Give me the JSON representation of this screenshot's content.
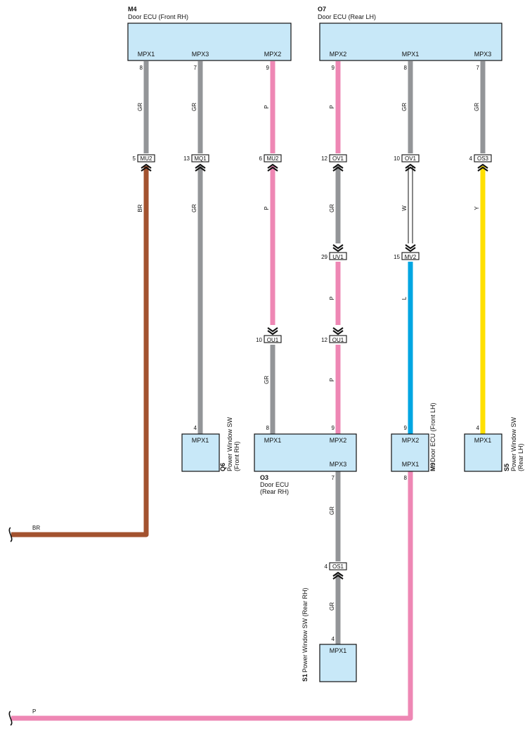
{
  "colors": {
    "GR": "#939598",
    "P": "#ee87b4",
    "BR": "#a3522f",
    "L": "#00a6e2",
    "Y": "#ffe000",
    "W": "#ffffff",
    "ecu_fill": "#c8e8f8",
    "outline": "#111111"
  },
  "components": {
    "M4": {
      "code": "M4",
      "name": "Door ECU (Front RH)",
      "pin_a": "MPX1",
      "pin_b": "MPX3",
      "pin_c": "MPX2"
    },
    "O7": {
      "code": "O7",
      "name": "Door ECU (Rear LH)",
      "pin_a": "MPX2",
      "pin_b": "MPX1",
      "pin_c": "MPX3"
    },
    "Q6": {
      "code": "Q6",
      "name1": "Power Window SW",
      "name2": "(Front RH)",
      "pin_a": "MPX1"
    },
    "O3": {
      "code": "O3",
      "name1": "Door ECU",
      "name2": "(Rear RH)",
      "pin_a": "MPX1",
      "pin_b": "MPX2",
      "pin_c": "MPX3"
    },
    "M9": {
      "code": "M9",
      "name": "Door ECU (Front LH)",
      "pin_a": "MPX2",
      "pin_b": "MPX1"
    },
    "S5": {
      "code": "S5",
      "name1": "Power Window SW",
      "name2": "(Rear LH)",
      "pin_a": "MPX1"
    },
    "S1": {
      "code": "S1",
      "name": "Power Window SW (Rear RH)",
      "pin_a": "MPX1"
    }
  },
  "pins": {
    "m4_mpx1": "8",
    "m4_mpx3": "7",
    "m4_mpx2": "9",
    "o7_mpx2": "9",
    "o7_mpx1": "8",
    "o7_mpx3": "7",
    "q6_mpx1": "4",
    "o3_mpx1": "8",
    "o3_mpx2": "9",
    "o3_mpx3": "7",
    "m9_mpx2": "9",
    "m9_mpx1": "8",
    "s5_mpx1": "4",
    "s1_mpx1": "4"
  },
  "connectors": {
    "mu2_a": {
      "id": "MU2",
      "pin": "5"
    },
    "mq1": {
      "id": "MQ1",
      "pin": "13"
    },
    "mu2_b": {
      "id": "MU2",
      "pin": "6"
    },
    "ov1_a": {
      "id": "OV1",
      "pin": "12"
    },
    "ov1_b": {
      "id": "OV1",
      "pin": "10"
    },
    "os3": {
      "id": "OS3",
      "pin": "4"
    },
    "uv1": {
      "id": "UV1",
      "pin": "29"
    },
    "mv2": {
      "id": "MV2",
      "pin": "15"
    },
    "ou1_a": {
      "id": "OU1",
      "pin": "10"
    },
    "ou1_b": {
      "id": "OU1",
      "pin": "12"
    },
    "os1": {
      "id": "OS1",
      "pin": "4"
    }
  },
  "wire_labels": {
    "w1_top": "GR",
    "w1_bot": "BR",
    "w2_top": "GR",
    "w2_bot": "GR",
    "w3_top": "P",
    "w3_mid": "P",
    "w3_bot": "GR",
    "w4_top": "P",
    "w4_mid": "GR",
    "w4_mid2": "P",
    "w4_bot": "P",
    "w5_top": "GR",
    "w5_mid": "W",
    "w5_bot": "L",
    "w6_top": "GR",
    "w6_bot": "Y",
    "w7_top": "GR",
    "w7_bot": "GR",
    "br_out": "BR",
    "p_out": "P"
  }
}
